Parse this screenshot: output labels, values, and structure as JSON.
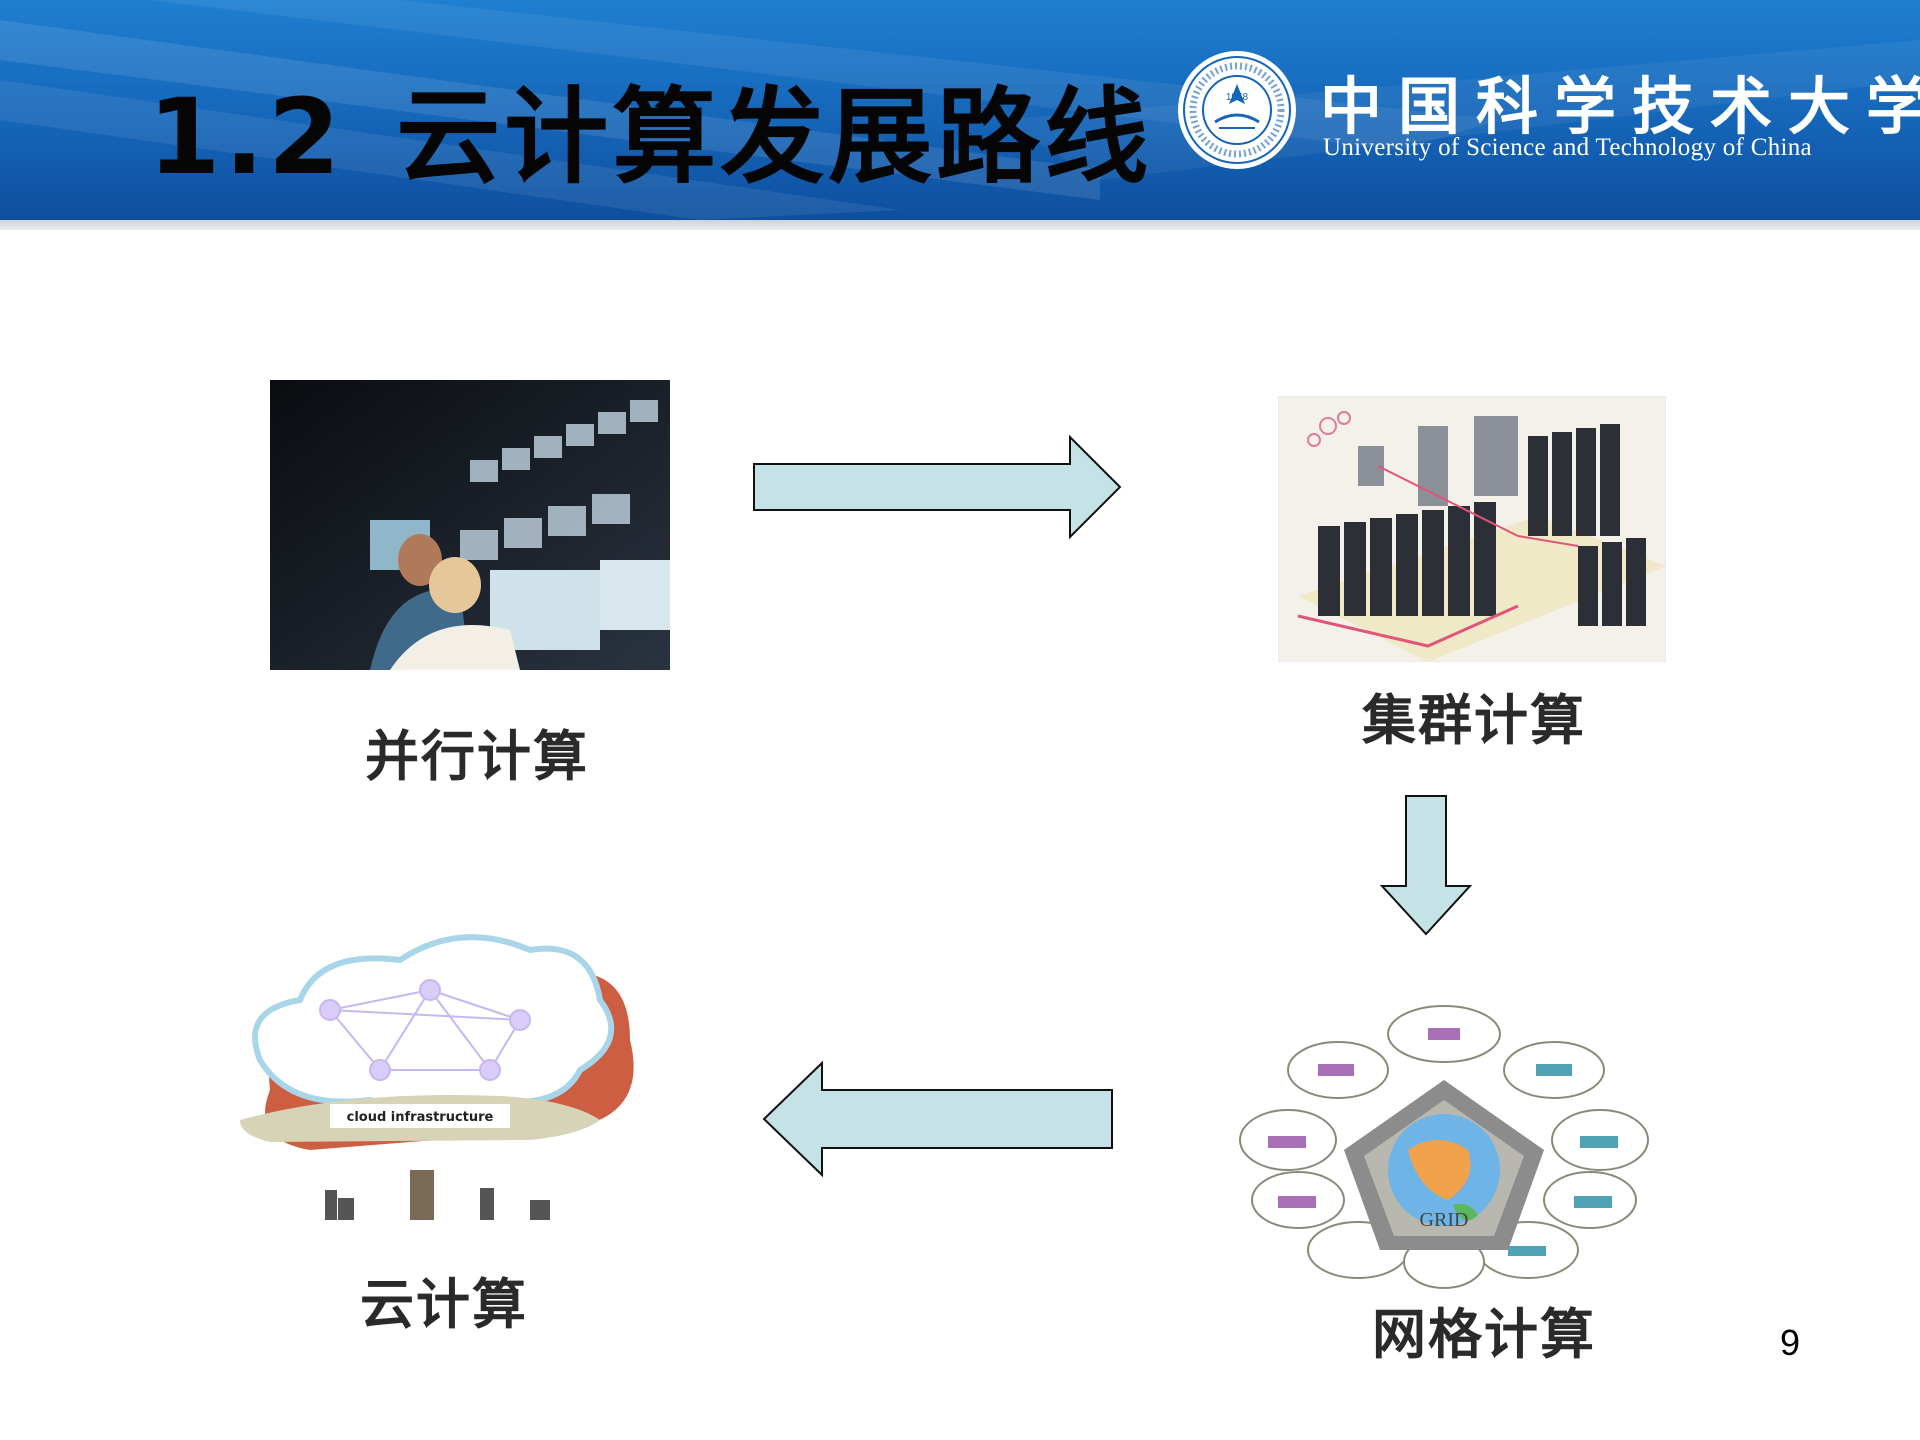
{
  "header": {
    "section_number": "1.2",
    "title": "云计算发展路线",
    "university_name_cn": "中国科学技术大学",
    "university_name_en": "University of Science and Technology of China",
    "seal_year": "1958"
  },
  "nodes": {
    "parallel": {
      "label": "并行计算"
    },
    "cluster": {
      "label": "集群计算"
    },
    "grid": {
      "label": "网格计算",
      "image_text": "GRID"
    },
    "cloud": {
      "label": "云计算",
      "image_text": "cloud infrastructure"
    }
  },
  "page_number": "9",
  "colors": {
    "header_blue": "#1565b8",
    "arrow_fill": "#c5e3e6",
    "arrow_stroke": "#111111"
  }
}
